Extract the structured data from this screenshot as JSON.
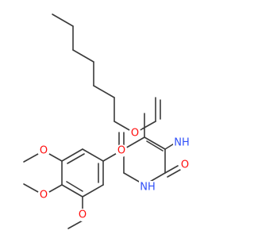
{
  "molecule": {
    "atom_labels": {
      "o_ester_single": "O",
      "o_ester_carbonyl": "O",
      "o_urea": "O",
      "nh_upper": "NH",
      "nh_lower": "NH",
      "o_methoxy_top": "O",
      "o_methoxy_mid": "O",
      "o_methoxy_bottom": "O"
    },
    "colors": {
      "bond": "#3a3a3a",
      "oxygen": "#ff0d0d",
      "nitrogen": "#3050f8"
    }
  }
}
